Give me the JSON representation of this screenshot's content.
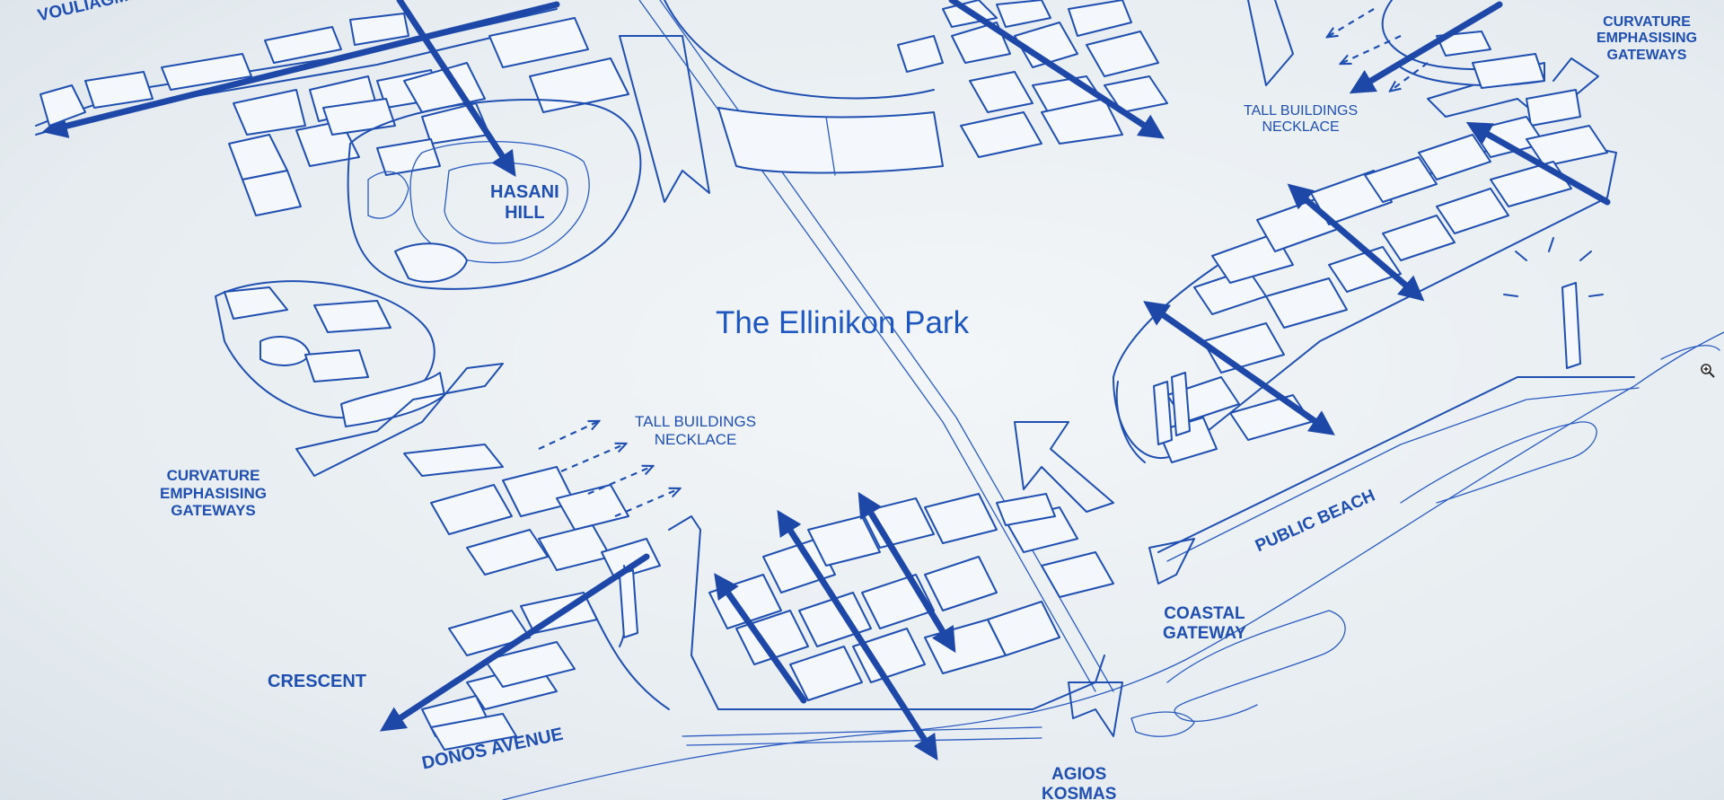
{
  "park_title": "The Ellinikon Park",
  "labels": {
    "vouliagmenis": "VOULIAGMENIS AVENUE",
    "hasani": "HASANI\nHILL",
    "tall_necklace_top": "TALL BUILDINGS\nNECKLACE",
    "tall_necklace_mid": "TALL BUILDINGS\nNECKLACE",
    "curvature_top": "CURVATURE\nEMPHASISING\nGATEWAYS",
    "curvature_left": "CURVATURE\nEMPHASISING\nGATEWAYS",
    "crescent": "CRESCENT",
    "posidonos": "DONOS AVENUE",
    "public_beach": "PUBLIC BEACH",
    "coastal_gateway": "COASTAL\nGATEWAY",
    "agios_kosmas": "AGIOS\nKOSMAS"
  },
  "ink_color": "#1f4fb0",
  "cursor_icon": "zoom-in-icon"
}
